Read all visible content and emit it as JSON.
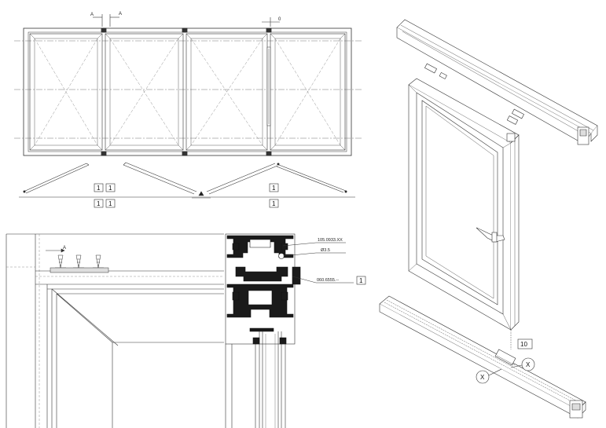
{
  "elevation": {
    "section_mark_a_left": "A",
    "section_mark_a_right": "A",
    "section_mark_o": "0",
    "fold_labels_top": [
      "1",
      "1",
      "1"
    ],
    "fold_labels_bottom": [
      "1",
      "1",
      "1"
    ]
  },
  "detail": {
    "section_mark": "A",
    "profile_top": "105.0933.XX",
    "hole": "Ø3.5",
    "profile_bottom": "060.6555.--",
    "profile_bottom_qty": "1"
  },
  "isometric": {
    "callout_10": "10",
    "callout_x_left": "X",
    "callout_x_right": "X"
  },
  "colors": {
    "line": "#333333",
    "thin": "#555555",
    "dash": "#777777",
    "fill_section": "#1a1a1a"
  }
}
